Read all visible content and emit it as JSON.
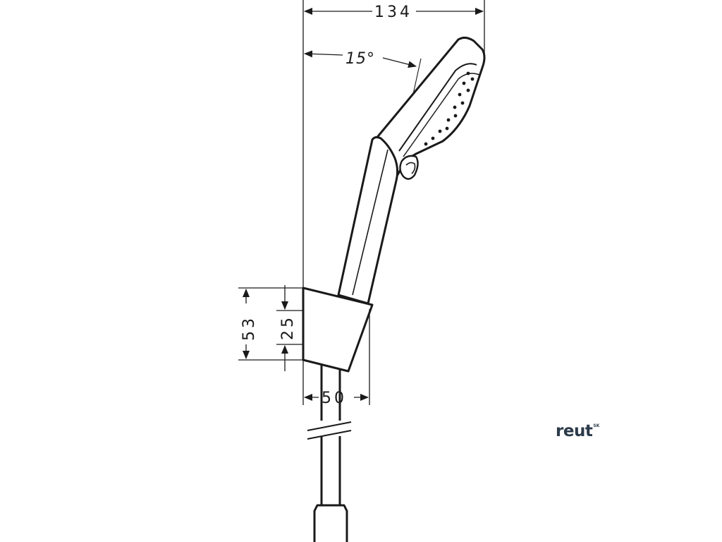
{
  "dimensions": {
    "total_width": "134",
    "handle_angle": "15°",
    "holder_height": "53",
    "holder_offset": "25",
    "holder_width": "50"
  },
  "brand": {
    "name": "reut",
    "suffix": "SK",
    "color": "#2b3a4a"
  },
  "colors": {
    "line": "#1a1a1a",
    "background": "#ffffff"
  }
}
